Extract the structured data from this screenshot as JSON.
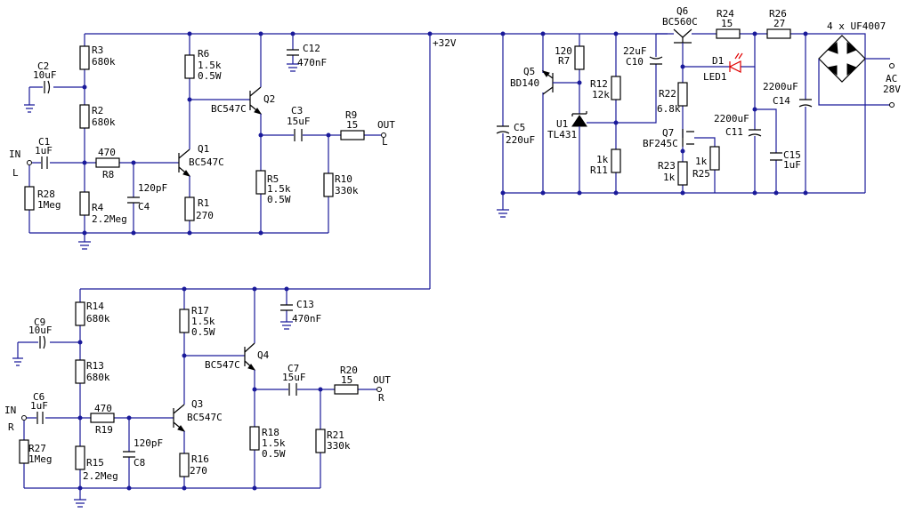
{
  "labels": {
    "R3": "R3",
    "R3v": "680k",
    "C2": "C2",
    "C2v": "10uF",
    "R2": "R2",
    "R2v": "680k",
    "C1": "C1",
    "C1v": "1uF",
    "inL1": "IN",
    "inL2": "L",
    "R8v": "470",
    "R8": "R8",
    "R28": "R28",
    "R28v": "1Meg",
    "R4": "R4",
    "R4v": "2.2Meg",
    "C4v": "120pF",
    "C4": "C4",
    "Q1": "Q1",
    "Q1t": "BC547C",
    "R1": "R1",
    "R1v": "270",
    "R6": "R6",
    "R6v": "1.5k",
    "R6p": "0.5W",
    "Q2": "Q2",
    "Q2t": "BC547C",
    "C12": "C12",
    "C12v": "470nF",
    "C3": "C3",
    "C3v": "15uF",
    "R9": "R9",
    "R9v": "15",
    "outL1": "OUT",
    "outL2": "L",
    "R5": "R5",
    "R5v": "1.5k",
    "R5p": "0.5W",
    "R10": "R10",
    "R10v": "330k",
    "v32": "+32V",
    "R14": "R14",
    "R14v": "680k",
    "C9": "C9",
    "C9v": "10uF",
    "R13": "R13",
    "R13v": "680k",
    "C6": "C6",
    "C6v": "1uF",
    "inR1": "IN",
    "inR2": "R",
    "R19v": "470",
    "R19": "R19",
    "R27": "R27",
    "R27v": "1Meg",
    "R15": "R15",
    "R15v": "2.2Meg",
    "C8v": "120pF",
    "C8": "C8",
    "Q3": "Q3",
    "Q3t": "BC547C",
    "R16": "R16",
    "R16v": "270",
    "R17": "R17",
    "R17v": "1.5k",
    "R17p": "0.5W",
    "Q4": "Q4",
    "Q4t": "BC547C",
    "C13": "C13",
    "C13v": "470nF",
    "C7": "C7",
    "C7v": "15uF",
    "R20": "R20",
    "R20v": "15",
    "outR1": "OUT",
    "outR2": "R",
    "R18": "R18",
    "R18v": "1.5k",
    "R18p": "0.5W",
    "R21": "R21",
    "R21v": "330k",
    "R7v": "120",
    "R7": "R7",
    "Q5": "Q5",
    "Q5t": "BD140",
    "R12": "R12",
    "R12v": "12k",
    "C10v": "22uF",
    "C10": "C10",
    "U1": "U1",
    "U1t": "TL431",
    "R11v": "1k",
    "R11": "R11",
    "C5": "C5",
    "C5v": "220uF",
    "Q6": "Q6",
    "Q6t": "BC560C",
    "R24": "R24",
    "R24v": "15",
    "R26": "R26",
    "R26v": "27",
    "bridge": "4 x UF4007",
    "D1": "D1",
    "LED1": "LED1",
    "R22": "R22",
    "R22v": "6.8k",
    "C11v": "2200uF",
    "C11": "C11",
    "Q7": "Q7",
    "Q7t": "BF245C",
    "R23": "R23",
    "R23v": "1k",
    "R25v": "1k",
    "R25": "R25",
    "C14v": "2200uF",
    "C14": "C14",
    "C15": "C15",
    "C15v": "1uF",
    "ac1": "AC",
    "ac2": "28V"
  },
  "colors": {
    "wire": "#1a1a9a",
    "component": "#000000",
    "led": "#e00000",
    "background": "#ffffff"
  }
}
